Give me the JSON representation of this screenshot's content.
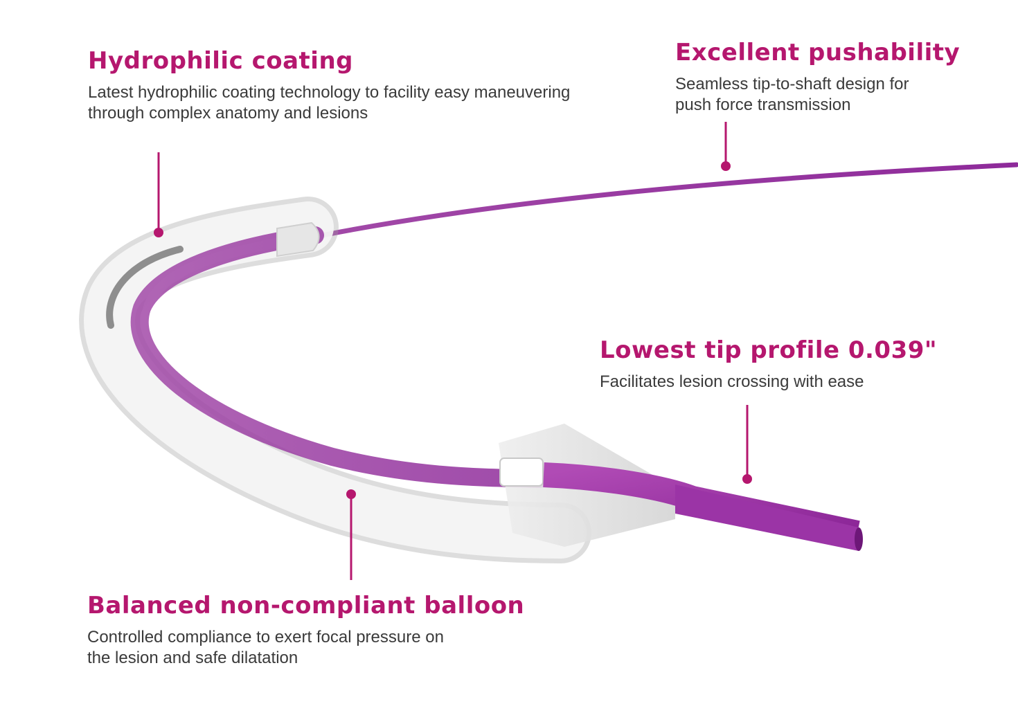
{
  "colors": {
    "accent": "#b5176e",
    "catheter_purple": "#9c2fa8",
    "body_text": "#3a3a3a"
  },
  "callouts": {
    "hydrophilic": {
      "title": "Hydrophilic coating",
      "desc_line1": "Latest hydrophilic coating technology to facility easy maneuvering",
      "desc_line2": "through complex anatomy and lesions"
    },
    "pushability": {
      "title": "Excellent pushability",
      "desc_line1": "Seamless tip-to-shaft design for",
      "desc_line2": "push force transmission"
    },
    "tip": {
      "title": "Lowest tip profile 0.039\"",
      "desc_line1": "Facilitates lesion crossing with ease"
    },
    "balloon": {
      "title": "Balanced non-compliant balloon",
      "desc_line1": "Controlled compliance to exert focal pressure on",
      "desc_line2": "the lesion and safe dilatation"
    }
  }
}
